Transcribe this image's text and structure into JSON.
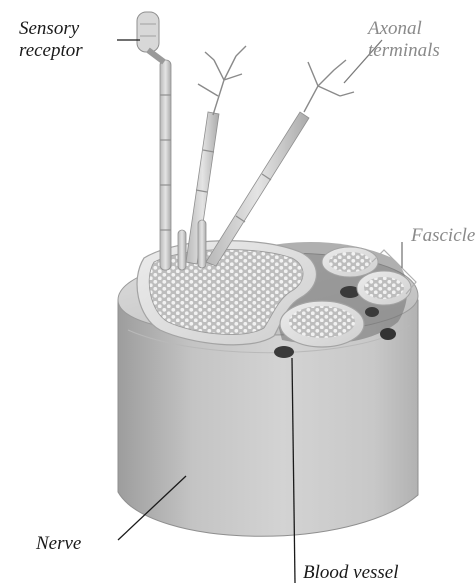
{
  "labels": {
    "sensory_receptor": [
      "Sensory",
      "receptor"
    ],
    "axonal_terminals": [
      "Axonal",
      "terminals"
    ],
    "fascicle": "Fascicle",
    "nerve": "Nerve",
    "blood_vessel": "Blood vessel"
  },
  "colors": {
    "tissue": "#cfcfcf",
    "tissue_dark": "#a9a9a9",
    "tissue_light": "#e6e6e6",
    "ink": "#1a1a1a"
  }
}
